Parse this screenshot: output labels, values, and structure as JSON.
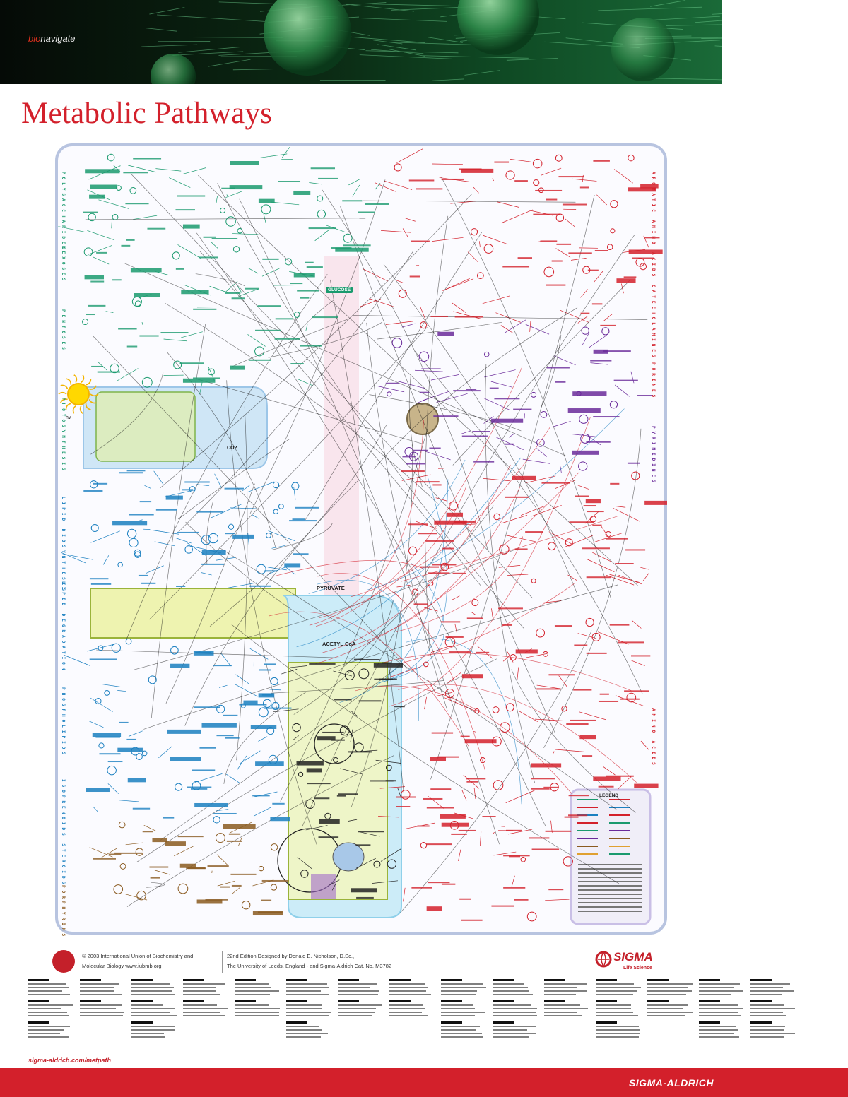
{
  "banner": {
    "brand_prefix": "bio",
    "brand_suffix": "navigate"
  },
  "poster": {
    "title": "Metabolic Pathways",
    "side_labels_left": [
      "POLYSACCHARIDES",
      "HEXOSES",
      "PENTOSES",
      "PHOTOSYNTHESIS",
      "LIPID BIOSYNTHESIS",
      "LIPID DEGRADATION",
      "PHOSPHOLIPIDS",
      "ISOPRENOIDS STEROIDS",
      "PORPHYRINS"
    ],
    "side_labels_right": [
      "AROMATIC AMINO ACIDS",
      "CATECHOLAMINES",
      "PURINES",
      "PYRIMIDINES",
      "AMINO ACIDS"
    ],
    "hub_labels": {
      "pyruvate": "PYRUVATE",
      "acetyl_coa": "ACETYL CoA",
      "glucose": "GLUCOSE",
      "co2": "CO2"
    },
    "legend_title": "LEGEND"
  },
  "credits": {
    "line1a": "© 2003 International Union of Biochemistry and",
    "line1b": "Molecular Biology   www.iubmb.org",
    "line2a": "22nd Edition Designed by Donald E. Nicholson, D.Sc.,",
    "line2b": "The University of Leeds, England - and Sigma-Aldrich   Cat. No. M3782"
  },
  "brand": {
    "sigma": "SIGMA",
    "life_science": "Life Science",
    "footer": "SIGMA-ALDRICH"
  },
  "url": "sigma-aldrich.com/metpath",
  "colors": {
    "accent_red": "#d3202b",
    "green": "#1a9a6e",
    "blue": "#1a7fc0",
    "brown": "#8a5a20",
    "purple": "#6a2a9a",
    "frame": "#b8c4e0"
  }
}
